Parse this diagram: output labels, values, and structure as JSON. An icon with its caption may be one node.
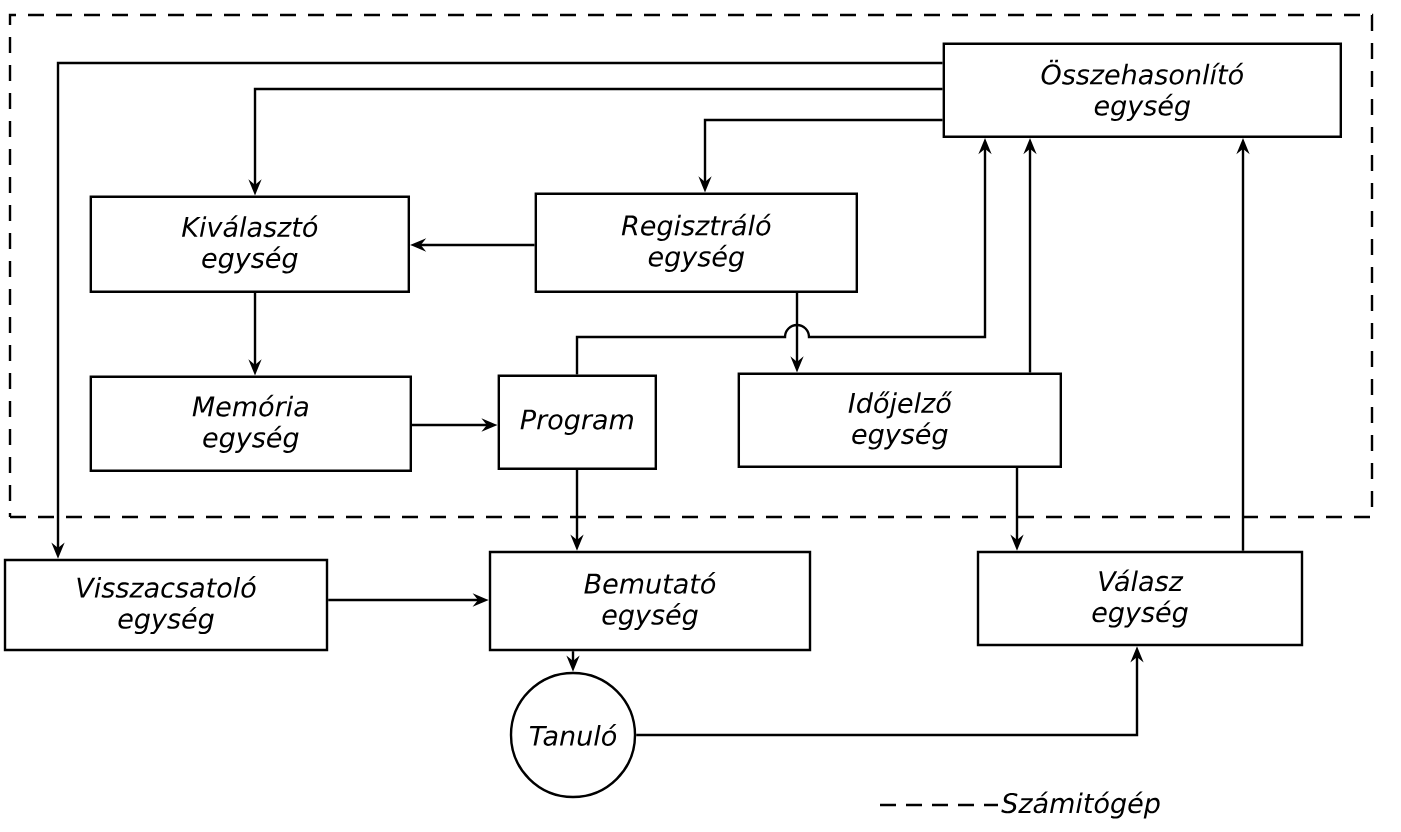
{
  "diagram": {
    "nodes": [
      {
        "text": [],
        "shape": "box"
      },
      {
        "text": [
          "Összehasonlító egység"
        ],
        "in": 0
      },
      {
        "text": [
          "Kiválasztó egység"
        ],
        "in": 0
      },
      {
        "text": [
          "Regisztráló egység"
        ],
        "in": 0
      },
      {
        "text": [
          "Memória egység"
        ],
        "in": 0
      },
      {
        "text": [
          "Program"
        ],
        "in": 0
      },
      {
        "text": [
          "Időjelző egység"
        ],
        "in": 0
      },
      {
        "text": [
          "Visszacsatoló egység"
        ]
      },
      {
        "text": [
          "Bemutató egység"
        ]
      },
      {
        "text": [
          "Válasz egység"
        ]
      },
      {
        "text": [
          "Tanuló"
        ]
      }
    ],
    "edges": [
      {
        "from": 1,
        "to": 7,
        "arrow": "to"
      },
      {
        "from": 1,
        "to": 2,
        "arrow": "to"
      },
      {
        "from": 1,
        "to": 3,
        "arrow": "to"
      },
      {
        "from": 3,
        "to": 2,
        "arrow": "to"
      },
      {
        "from": 2,
        "to": 4,
        "arrow": "to"
      },
      {
        "from": 4,
        "to": 5,
        "arrow": "to"
      },
      {
        "from": 3,
        "to": 6,
        "arrow": "to"
      },
      {
        "from": 5,
        "to": 1,
        "arrow": "to"
      },
      {
        "from": 6,
        "to": 1,
        "arrow": "to"
      },
      {
        "from": 5,
        "to": 8,
        "arrow": "to"
      },
      {
        "from": 7,
        "to": 8,
        "arrow": "to"
      },
      {
        "from": 8,
        "to": 10,
        "arrow": "to"
      },
      {
        "from": 10,
        "to": 9,
        "arrow": "to"
      },
      {
        "from": 6,
        "to": 9,
        "arrow": "to"
      },
      {
        "from": 9,
        "to": 1,
        "arrow": "to"
      }
    ],
    "legend": [
      {
        "text": "Számitógép"
      }
    ]
  }
}
